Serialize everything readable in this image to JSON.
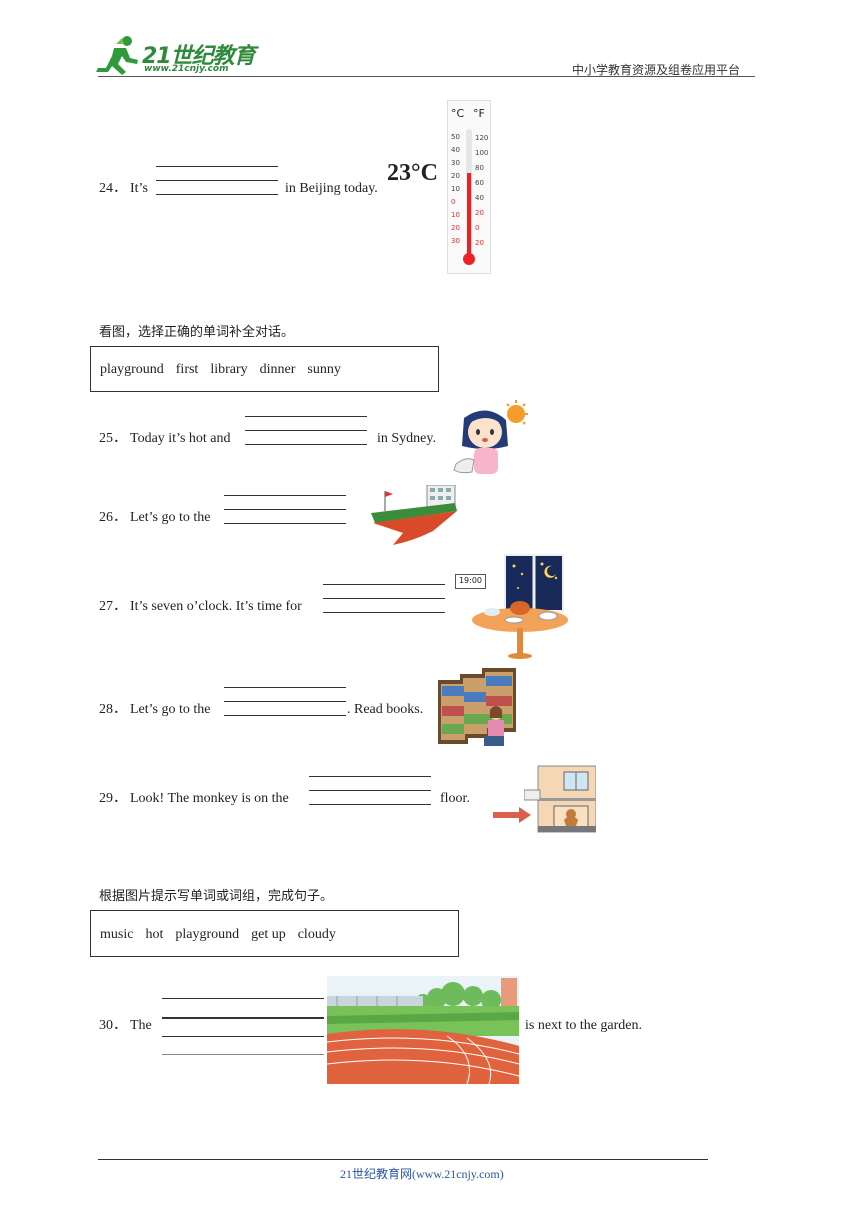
{
  "header": {
    "logo_text": "21世纪教育",
    "logo_url_text": "www.21cnjy.com",
    "platform": "中小学教育资源及组卷应用平台"
  },
  "q24": {
    "num": "24．",
    "pre": "It’s",
    "post": "in Beijing today.",
    "temp_text": "23°C",
    "thermo": {
      "c": "°C",
      "f": "°F",
      "c_ticks": [
        "50",
        "40",
        "30",
        "20",
        "10",
        "0",
        "10",
        "20",
        "30"
      ],
      "f_ticks": [
        "120",
        "100",
        "80",
        "60",
        "40",
        "20",
        "0",
        "20"
      ]
    }
  },
  "section1": {
    "instruction": "看图，选择正确的单词补全对话。",
    "words": [
      "playground",
      "first",
      "library",
      "dinner",
      "sunny"
    ]
  },
  "q25": {
    "num": "25．",
    "pre": "Today it’s hot and",
    "post": "in Sydney."
  },
  "q26": {
    "num": "26．",
    "pre": "Let’s go to the"
  },
  "q27": {
    "num": "27．",
    "pre": "It’s seven o’clock. It’s time for",
    "clock": "19:00"
  },
  "q28": {
    "num": "28．",
    "pre": "Let’s go to the",
    "post": ". Read books."
  },
  "q29": {
    "num": "29．",
    "pre": "Look! The monkey is on the",
    "post": "floor."
  },
  "section2": {
    "instruction": "根据图片提示写单词或词组，完成句子。",
    "words": [
      "music",
      "hot",
      "playground",
      "get up",
      "cloudy"
    ]
  },
  "q30": {
    "num": "30．",
    "pre": "The",
    "post": "is next to the garden."
  },
  "footer": {
    "text": "21世纪教育网(www.21cnjy.com)"
  }
}
